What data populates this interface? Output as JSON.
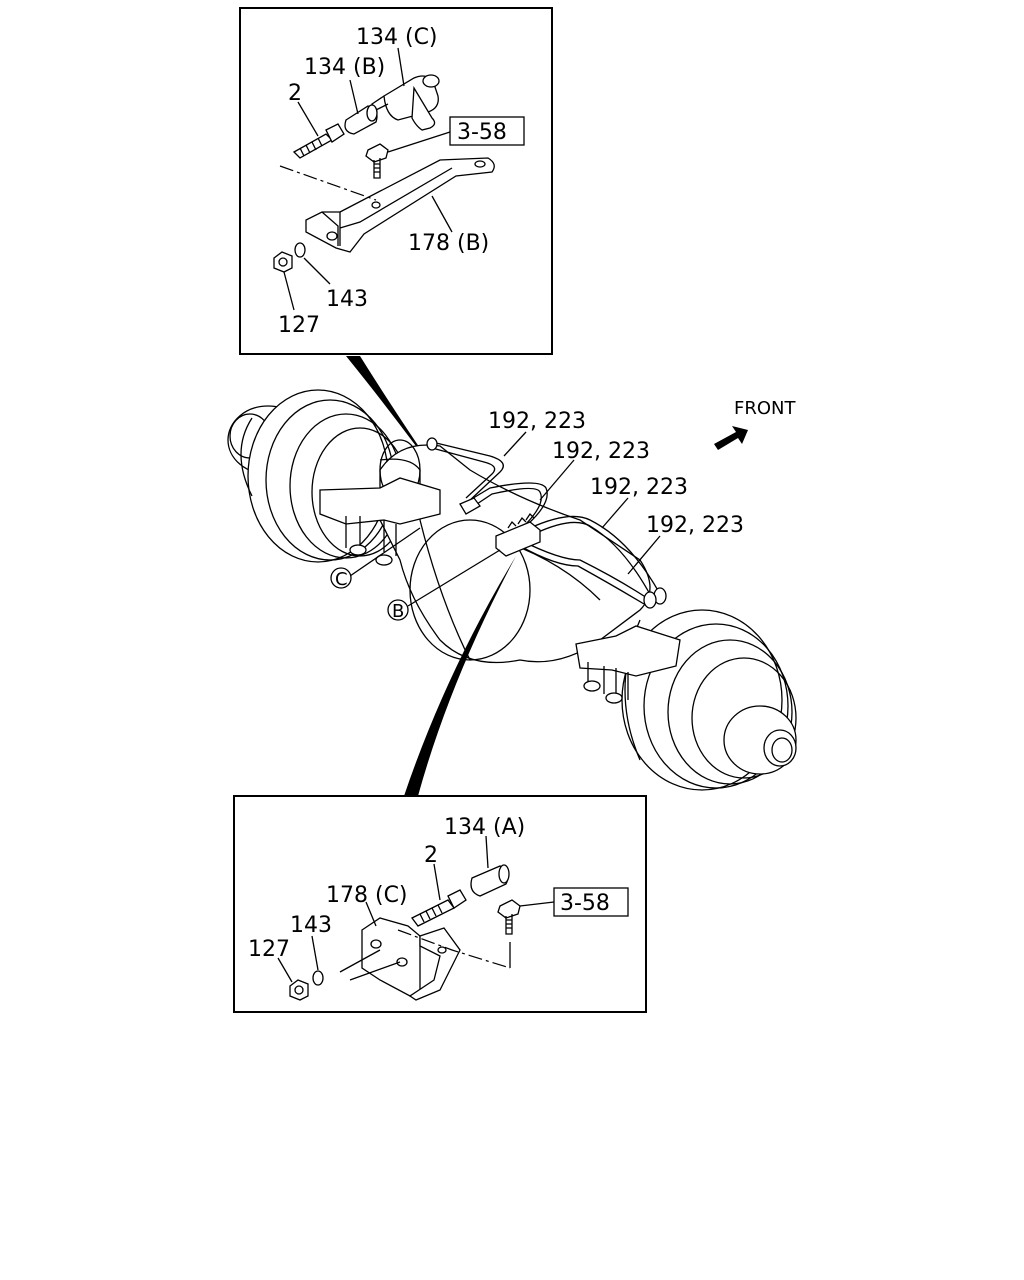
{
  "top_inset": {
    "callouts": {
      "c134c": "134 (C)",
      "c134b": "134 (B)",
      "c2": "2",
      "ref": "3-58",
      "c178b": "178 (B)",
      "c143": "143",
      "c127": "127"
    }
  },
  "main_view": {
    "front": "FRONT",
    "pipes": [
      "192, 223",
      "192, 223",
      "192, 223",
      "192, 223"
    ],
    "marker_c": "C",
    "marker_b": "B"
  },
  "bottom_inset": {
    "callouts": {
      "c134a": "134 (A)",
      "c2": "2",
      "c178c": "178 (C)",
      "c143": "143",
      "c127": "127",
      "ref": "3-58"
    }
  }
}
